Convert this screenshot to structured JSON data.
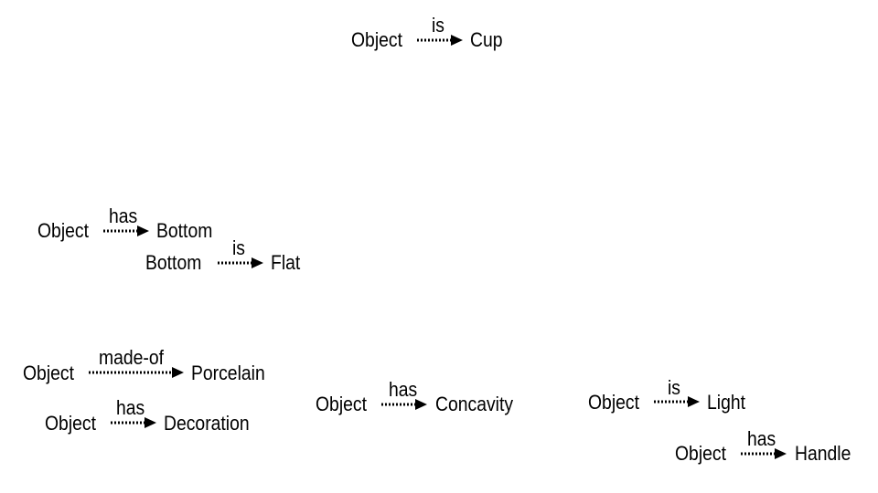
{
  "triples": [
    {
      "subject": "Object",
      "relation": "is",
      "object": "Cup"
    },
    {
      "subject": "Object",
      "relation": "has",
      "object": "Bottom"
    },
    {
      "subject": "Bottom",
      "relation": "is",
      "object": "Flat"
    },
    {
      "subject": "Object",
      "relation": "made-of",
      "object": "Porcelain"
    },
    {
      "subject": "Object",
      "relation": "has",
      "object": "Decoration"
    },
    {
      "subject": "Object",
      "relation": "has",
      "object": "Concavity"
    },
    {
      "subject": "Object",
      "relation": "is",
      "object": "Light"
    },
    {
      "subject": "Object",
      "relation": "has",
      "object": "Handle"
    }
  ]
}
